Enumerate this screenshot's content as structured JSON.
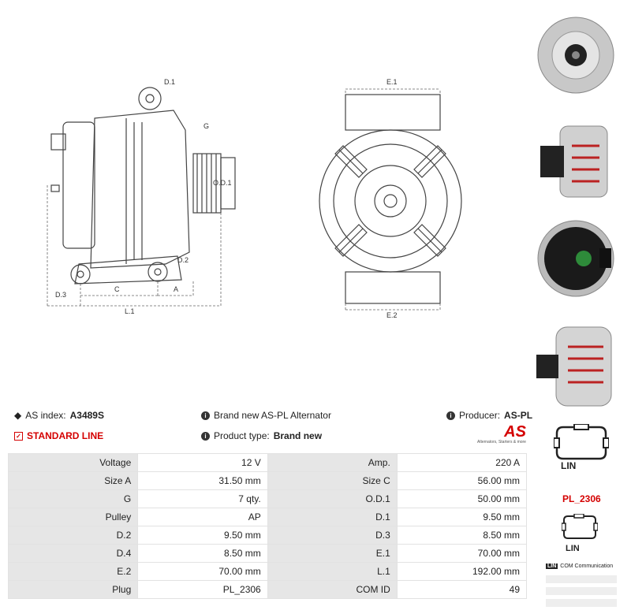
{
  "drawing_labels": {
    "d1": "D.1",
    "g": "G",
    "od1": "O.D.1",
    "d2": "D.2",
    "d3": "D.3",
    "c": "C",
    "a": "A",
    "l1": "L.1",
    "e1": "E.1",
    "e2": "E.2"
  },
  "info": {
    "as_index_label": "AS index:",
    "as_index_value": "A3489S",
    "description": "Brand new AS-PL Alternator",
    "producer_label": "Producer:",
    "producer_value": "AS-PL",
    "standard_line": "STANDARD LINE",
    "product_type_label": "Product type:",
    "product_type_value": "Brand new",
    "logo_text": "AS",
    "logo_tagline": "Alternators, Starters & more"
  },
  "specs": [
    {
      "k1": "Voltage",
      "v1": "12 V",
      "k2": "Amp.",
      "v2": "220 A"
    },
    {
      "k1": "Size A",
      "v1": "31.50 mm",
      "k2": "Size C",
      "v2": "56.00 mm"
    },
    {
      "k1": "G",
      "v1": "7 qty.",
      "k2": "O.D.1",
      "v2": "50.00 mm"
    },
    {
      "k1": "Pulley",
      "v1": "AP",
      "k2": "D.1",
      "v2": "9.50 mm"
    },
    {
      "k1": "D.2",
      "v1": "9.50 mm",
      "k2": "D.3",
      "v2": "8.50 mm"
    },
    {
      "k1": "D.4",
      "v1": "8.50 mm",
      "k2": "E.1",
      "v2": "70.00 mm"
    },
    {
      "k1": "E.2",
      "v1": "70.00 mm",
      "k2": "L.1",
      "v2": "192.00 mm"
    },
    {
      "k1": "Plug",
      "v1": "PL_2306",
      "k2": "COM ID",
      "v2": "49"
    }
  ],
  "plug": {
    "lin_top": "LIN",
    "code": "PL_2306",
    "lin_bottom": "LIN",
    "com_tag": "LIN",
    "com_text": "COM Communication"
  },
  "colors": {
    "accent": "#d40000",
    "label_bg": "#e6e6e6"
  }
}
